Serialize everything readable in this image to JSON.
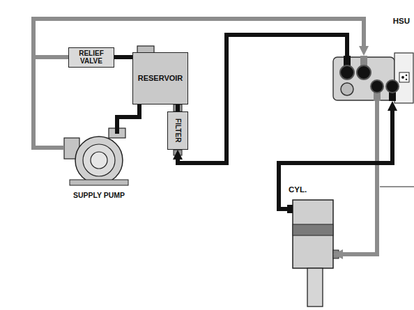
{
  "diagram": {
    "nodes": [
      {
        "text": [
          "RELIEF VALVE"
        ]
      },
      {
        "text": [
          "RESERVOIR"
        ]
      },
      {
        "text": [
          "FILTER"
        ]
      },
      {
        "text": [
          "SUPPLY PUMP"
        ]
      },
      {
        "text": [
          "HSU"
        ]
      },
      {
        "text": [
          "CYL."
        ]
      }
    ],
    "edges": [
      {
        "from": 3,
        "to": 4,
        "arrow": "to"
      },
      {
        "from": 3,
        "to": 0,
        "arrow": "none"
      },
      {
        "from": 0,
        "to": 1,
        "arrow": "none"
      },
      {
        "from": 1,
        "to": 3,
        "arrow": "none"
      },
      {
        "from": 1,
        "to": 2,
        "arrow": "none"
      },
      {
        "from": 4,
        "to": 2,
        "arrow": "to"
      },
      {
        "from": 4,
        "to": 5,
        "arrow": "to"
      },
      {
        "from": 5,
        "to": 4,
        "arrow": "to"
      }
    ]
  }
}
